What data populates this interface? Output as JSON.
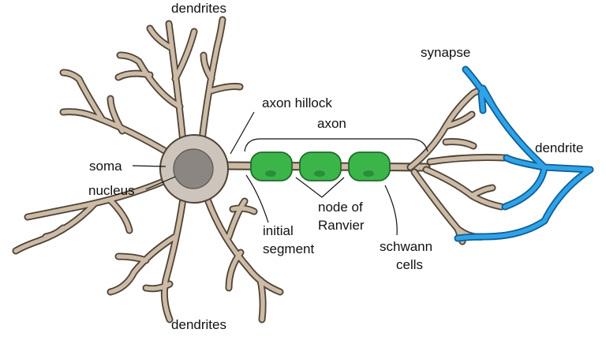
{
  "labels": {
    "dendrites_top": "dendrites",
    "dendrites_bottom": "dendrites",
    "soma": "soma",
    "nucleus": "nucleus",
    "axon_hillock": "axon hillock",
    "axon": "axon",
    "initial_segment_line1": "initial",
    "initial_segment_line2": "segment",
    "node_of_ranvier_line1": "node of",
    "node_of_ranvier_line2": "Ranvier",
    "schwann_cells_line1": "schwann",
    "schwann_cells_line2": "cells",
    "synapse": "synapse",
    "dendrite": "dendrite"
  },
  "colors": {
    "neuron_fill": "#cbbba7",
    "neuron_outline": "#4f4235",
    "soma_fill": "#cdc4bb",
    "nucleus_fill": "#8c8682",
    "schwann_fill": "#3bb54a",
    "schwann_outline": "#1f6b2a",
    "target_dendrite_fill": "#2fa3e6",
    "target_dendrite_outline": "#0f5e99"
  }
}
